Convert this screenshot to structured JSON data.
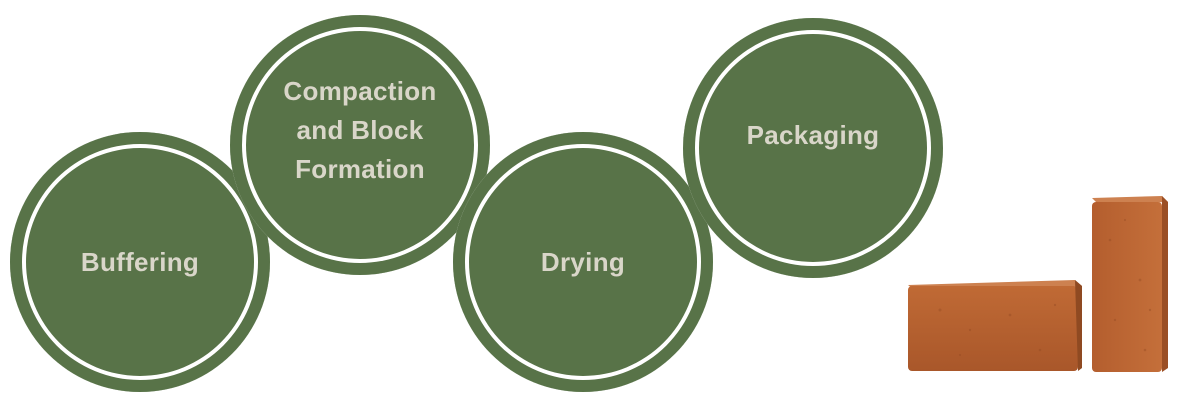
{
  "steps": [
    {
      "id": "buffering",
      "label": "Buffering"
    },
    {
      "id": "compaction",
      "label_lines": [
        "Compaction",
        "and Block",
        "Formation"
      ]
    },
    {
      "id": "drying",
      "label": "Drying"
    },
    {
      "id": "packaging",
      "label": "Packaging"
    }
  ],
  "colors": {
    "circle_fill": "#587348",
    "ring": "#ffffff",
    "label_text": "#d9d6c9",
    "brick_front": "#b5622f",
    "brick_top": "#c97a45",
    "brick_side": "#8f4a22"
  },
  "image": {
    "icon": "coco-coir-bricks-image"
  }
}
